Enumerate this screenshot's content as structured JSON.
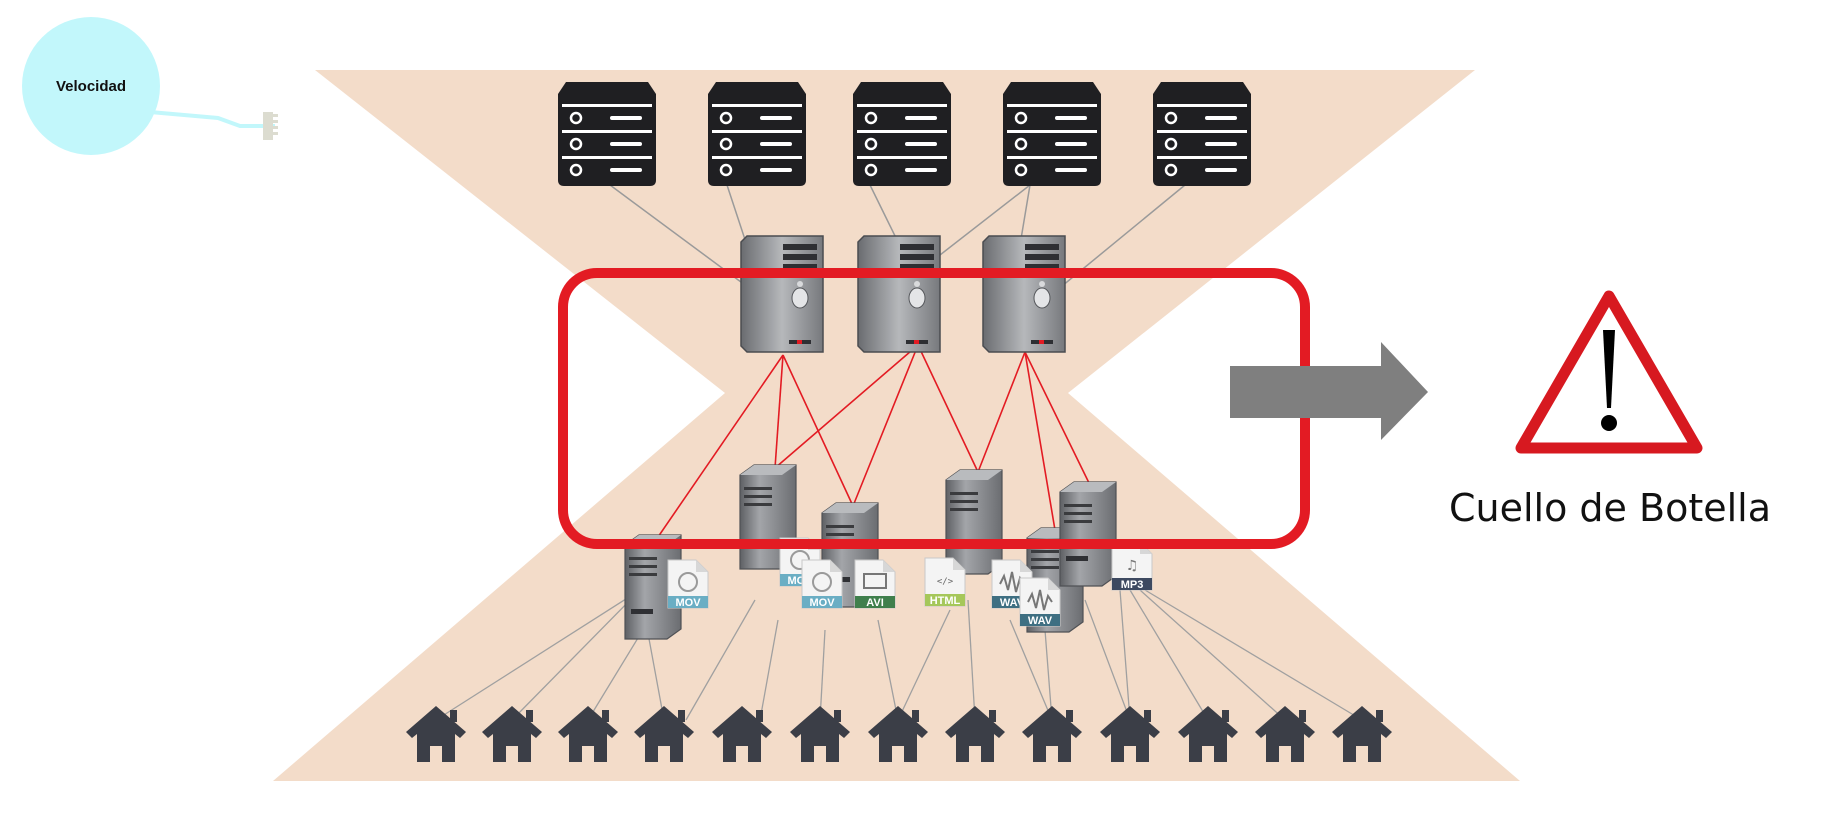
{
  "colors": {
    "funnel": "#f3dcc9",
    "highlight": "#e31b23",
    "arrow": "#7f7f7f",
    "velocidad": "#c2f7fb",
    "warning": "#d71920",
    "server_dark": "#1f1f22",
    "tower_gray": "#8c8e92",
    "house": "#3b3e47",
    "file_header": "#5a9db5"
  },
  "node": {
    "label": "Velocidad"
  },
  "warning": {
    "icon": "warning-triangle-icon",
    "label": "Cuello de Botella"
  },
  "files": [
    {
      "label": "MOV",
      "color": "#6aaec4"
    },
    {
      "label": "MOV",
      "color": "#6aaec4"
    },
    {
      "label": "MOV",
      "color": "#6aaec4"
    },
    {
      "label": "AVI",
      "color": "#3f7f4c"
    },
    {
      "label": "HTML",
      "color": "#a5c75a"
    },
    {
      "label": "WAV",
      "color": "#3e6f82"
    },
    {
      "label": "WAV",
      "color": "#3e6f82"
    },
    {
      "label": "MP3",
      "color": "#3d4960"
    }
  ]
}
